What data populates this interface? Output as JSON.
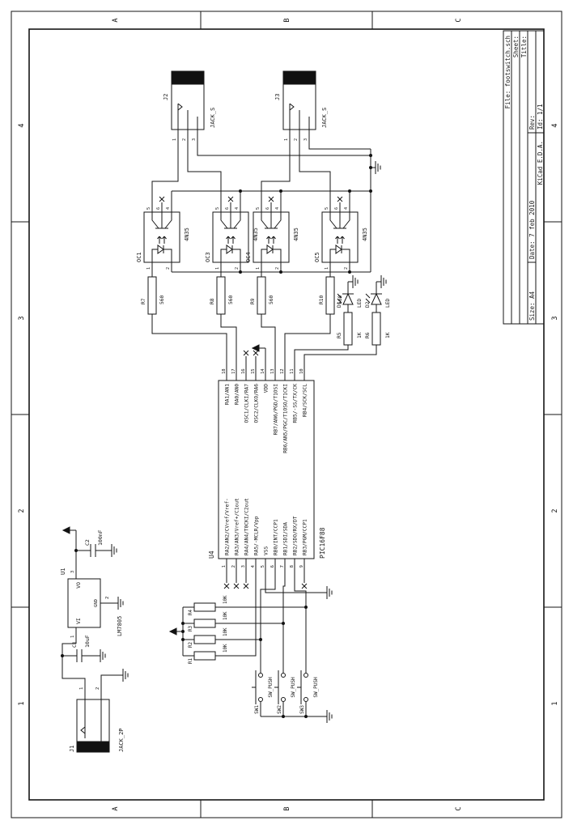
{
  "colors": {
    "ink": "#161616",
    "paper": "#ffffff"
  },
  "sheet": {
    "edge_numbers": [
      "1",
      "2",
      "3",
      "4"
    ],
    "edge_letters": [
      "A",
      "B",
      "C"
    ]
  },
  "title_block": {
    "file": "File: footswitch.sch",
    "sheet_label": "Sheet: ",
    "title_label": "Title: ",
    "size": "Size: A4",
    "date": "Date: 7 feb 2010",
    "rev": "Rev: ",
    "brand": "KiCad E.D.A.",
    "id": "Id: 1/1"
  },
  "ic": {
    "ref": "U4",
    "value": "PIC16F88",
    "left_pins": [
      {
        "num": "1",
        "name": "RA2/AN2/CVref/Vref-",
        "nc": true
      },
      {
        "num": "2",
        "name": "RA3/AN3/Vref+/C1out",
        "nc": true
      },
      {
        "num": "3",
        "name": "RA4/AN4/T0CKI/C2out",
        "nc": true
      },
      {
        "num": "4",
        "name": "RA5/-MCLR/Vpp",
        "nc": false
      },
      {
        "num": "5",
        "name": "VSS",
        "nc": false
      },
      {
        "num": "6",
        "name": "RB0/INT/CCP1",
        "nc": false
      },
      {
        "num": "7",
        "name": "RB1/SDI/SDA",
        "nc": false
      },
      {
        "num": "8",
        "name": "RB2/SDO/RX/DT",
        "nc": false
      },
      {
        "num": "9",
        "name": "RB3/PGM/CCP1",
        "nc": true
      }
    ],
    "right_pins": [
      {
        "num": "18",
        "name": "RA1/AN1",
        "nc": false
      },
      {
        "num": "17",
        "name": "RA0/AN0",
        "nc": false
      },
      {
        "num": "16",
        "name": "OSC1/CLKI/RA7",
        "nc": true
      },
      {
        "num": "15",
        "name": "OSC2/CLKO/RA6",
        "nc": true
      },
      {
        "num": "14",
        "name": "VDD",
        "nc": false
      },
      {
        "num": "13",
        "name": "RB7/AN6/PGD/T1OSI",
        "nc": false
      },
      {
        "num": "12",
        "name": "RB6/AN5/PGC/T1OSO/T1CKI",
        "nc": false
      },
      {
        "num": "11",
        "name": "RB5/-SS/TX/CK",
        "nc": false
      },
      {
        "num": "10",
        "name": "RB4/SCK/SCL",
        "nc": false
      }
    ]
  },
  "regulator": {
    "ref": "U1",
    "value": "LM7805",
    "pin_in": "VI",
    "pin_out": "VO",
    "pin_gnd": "GND",
    "num_in": "1",
    "num_gnd": "2",
    "num_out": "3"
  },
  "input_jack": {
    "ref": "J1",
    "value": "JACK_2P",
    "pin_numbers": [
      "1",
      "2"
    ]
  },
  "output_jacks": [
    {
      "ref": "J2",
      "value": "JACK_S"
    },
    {
      "ref": "J3",
      "value": "JACK_S"
    }
  ],
  "jack_pin_numbers": [
    "1",
    "2",
    "3"
  ],
  "capacitors": [
    {
      "ref": "C1",
      "value": "10uF"
    },
    {
      "ref": "C2",
      "value": "100nF"
    }
  ],
  "optocouplers": [
    {
      "ref": "OC1",
      "value": "4N35"
    },
    {
      "ref": "OC3",
      "value": "4N35"
    },
    {
      "ref": "OC4",
      "value": "4N35"
    },
    {
      "ref": "OC5",
      "value": "4N35"
    }
  ],
  "opto_pin_numbers": {
    "anode": "1",
    "cathode": "2",
    "collector": "5",
    "emitter": "4",
    "base": "6"
  },
  "drive_resistors": [
    {
      "ref": "R7",
      "value": "560"
    },
    {
      "ref": "R8",
      "value": "560"
    },
    {
      "ref": "R9",
      "value": "560"
    },
    {
      "ref": "R10",
      "value": "560"
    }
  ],
  "pullup_resistors": [
    {
      "ref": "R1",
      "value": "10K"
    },
    {
      "ref": "R2",
      "value": "10K"
    },
    {
      "ref": "R3",
      "value": "10K"
    },
    {
      "ref": "R4",
      "value": "10K"
    }
  ],
  "led_resistors": [
    {
      "ref": "R5",
      "value": "1K"
    },
    {
      "ref": "R6",
      "value": "1K"
    }
  ],
  "leds": [
    {
      "ref": "D1",
      "value": "LED"
    },
    {
      "ref": "D2",
      "value": "LED"
    }
  ],
  "switches": [
    {
      "ref": "SW1",
      "value": "SW_PUSH"
    },
    {
      "ref": "SW2",
      "value": "SW_PUSH"
    },
    {
      "ref": "SW3",
      "value": "SW_PUSH"
    }
  ]
}
